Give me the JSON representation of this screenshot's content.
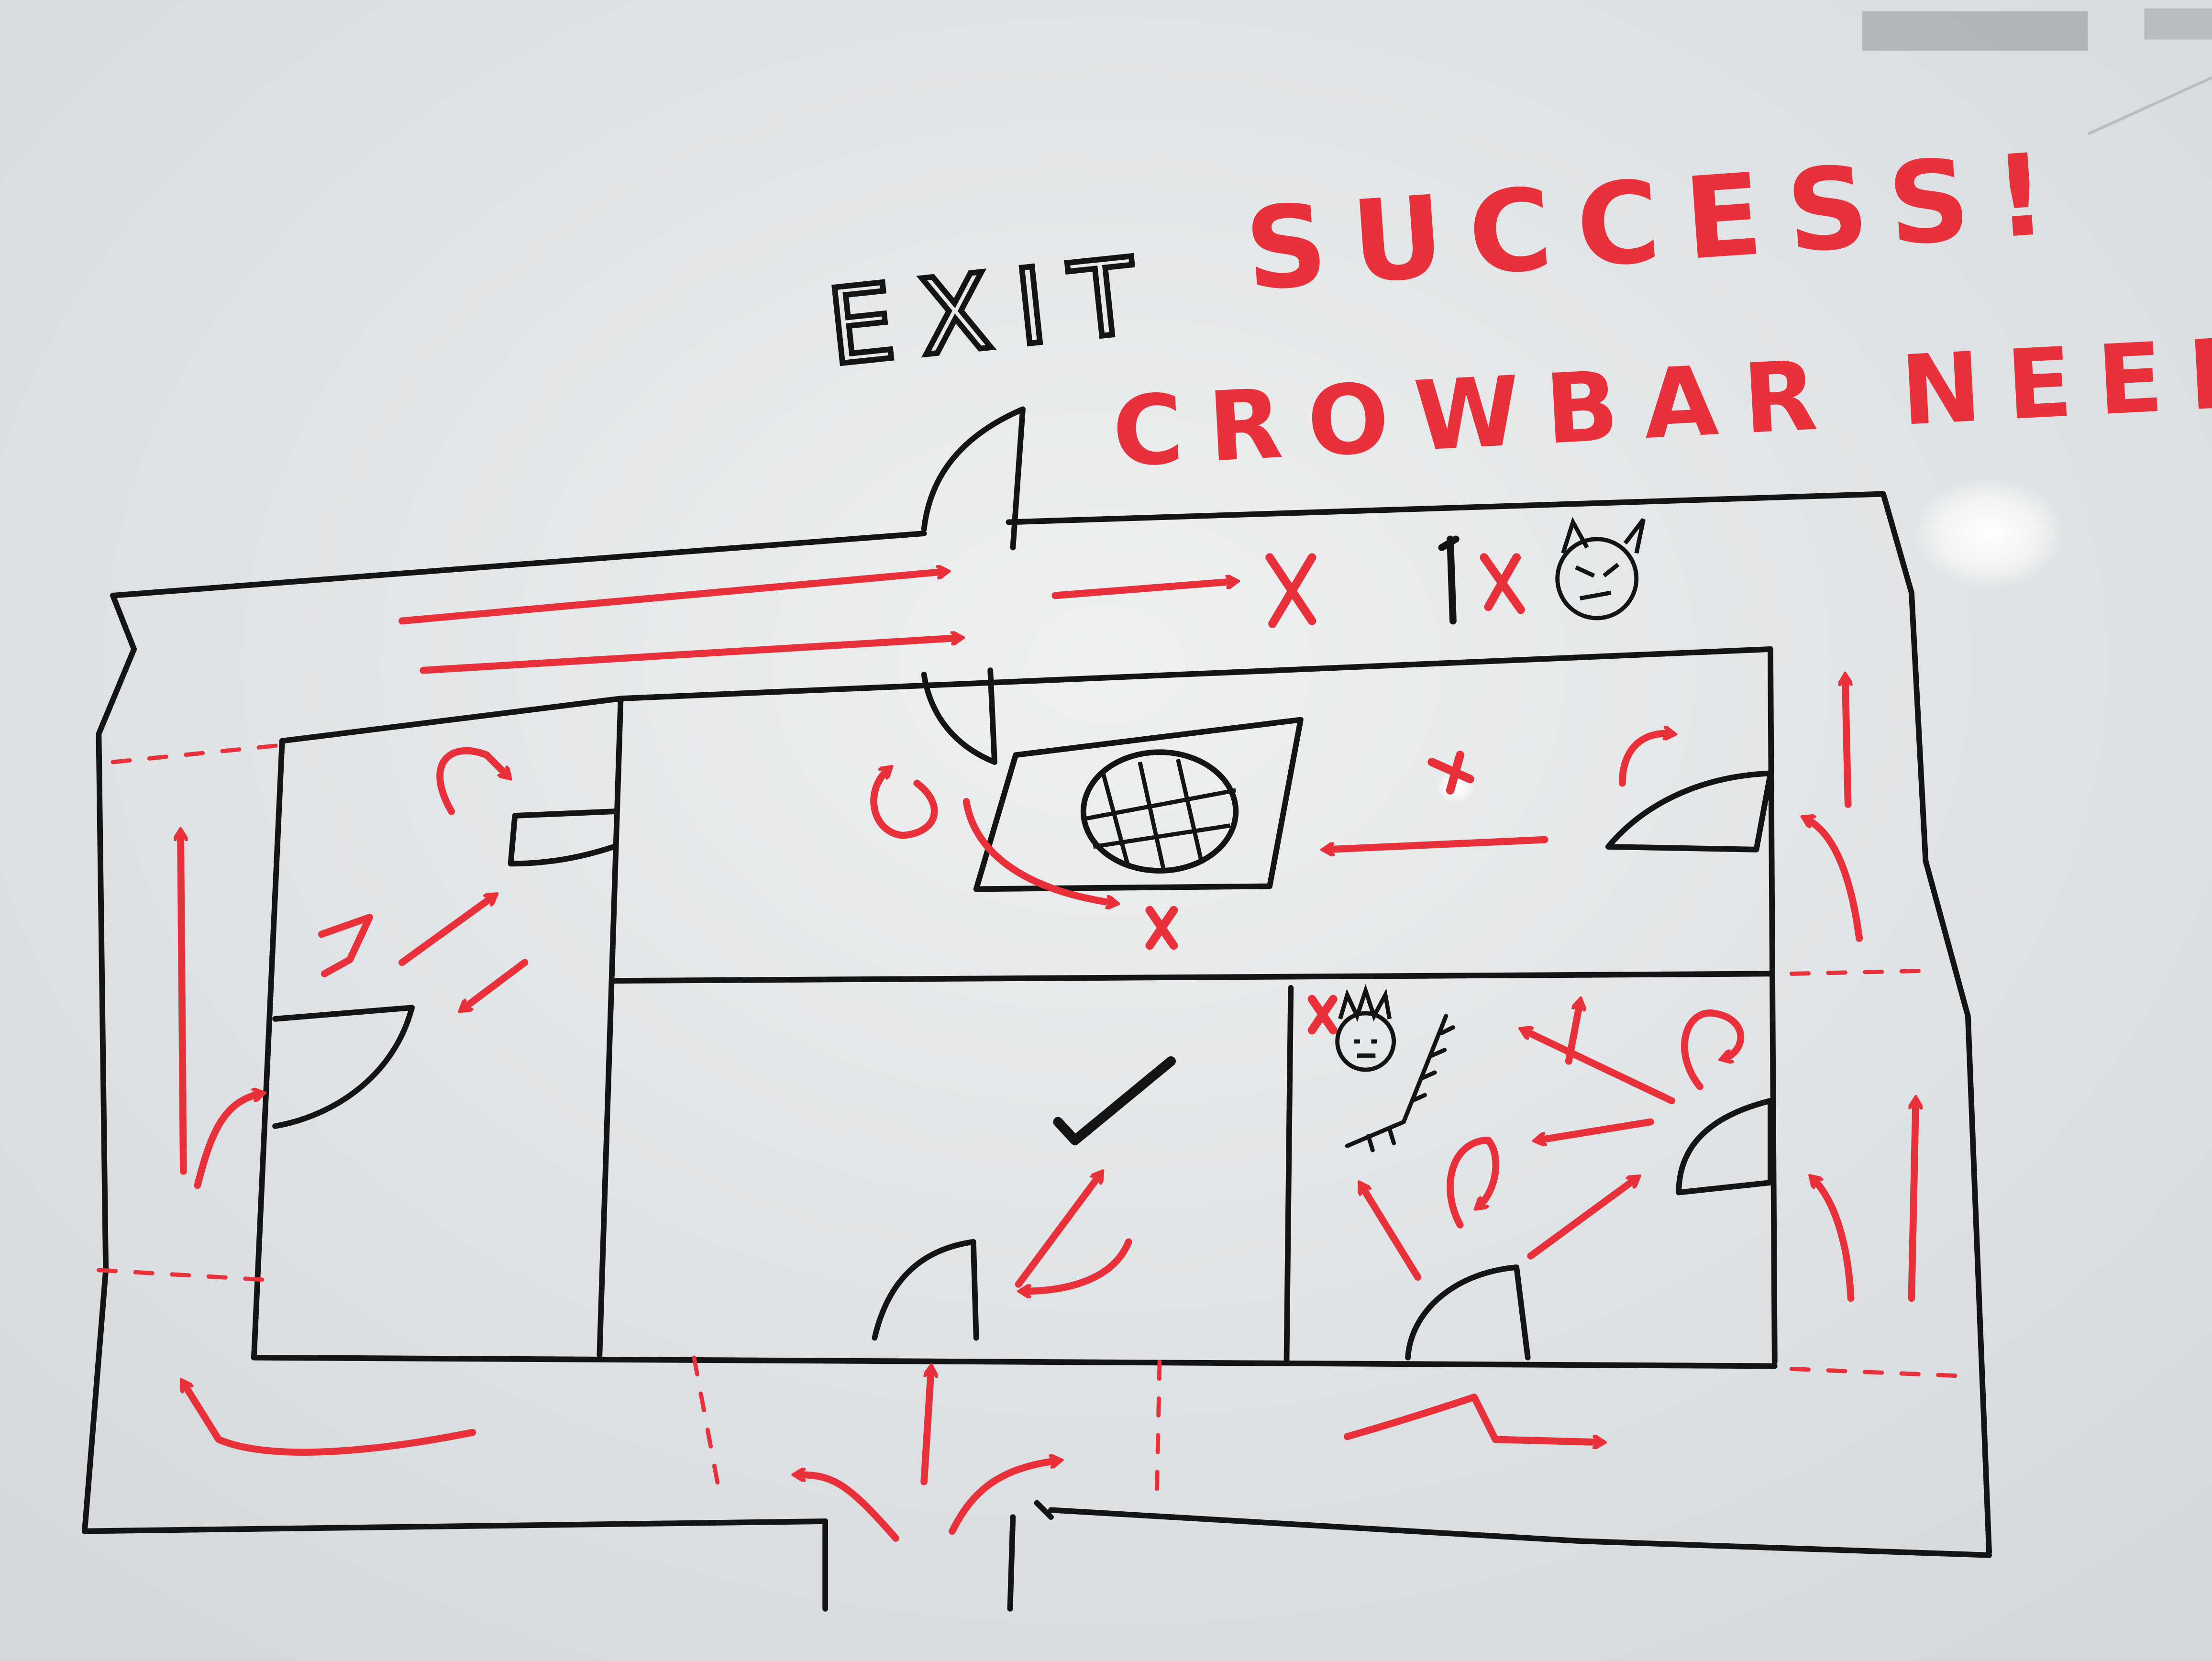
{
  "labels": {
    "exit": "EXIT",
    "success": "SUCCESS!",
    "crowbar": "CROWBAR NEEDED"
  },
  "colors": {
    "board": "#e6e8ea",
    "black_marker": "#141414",
    "red_marker": "#e8313a"
  },
  "icons": [
    "angry-face-icon",
    "spiky-face-icon",
    "grate-icon",
    "checkmark-icon",
    "crowbar-icon",
    "door-swing-icon",
    "x-mark-icon"
  ]
}
